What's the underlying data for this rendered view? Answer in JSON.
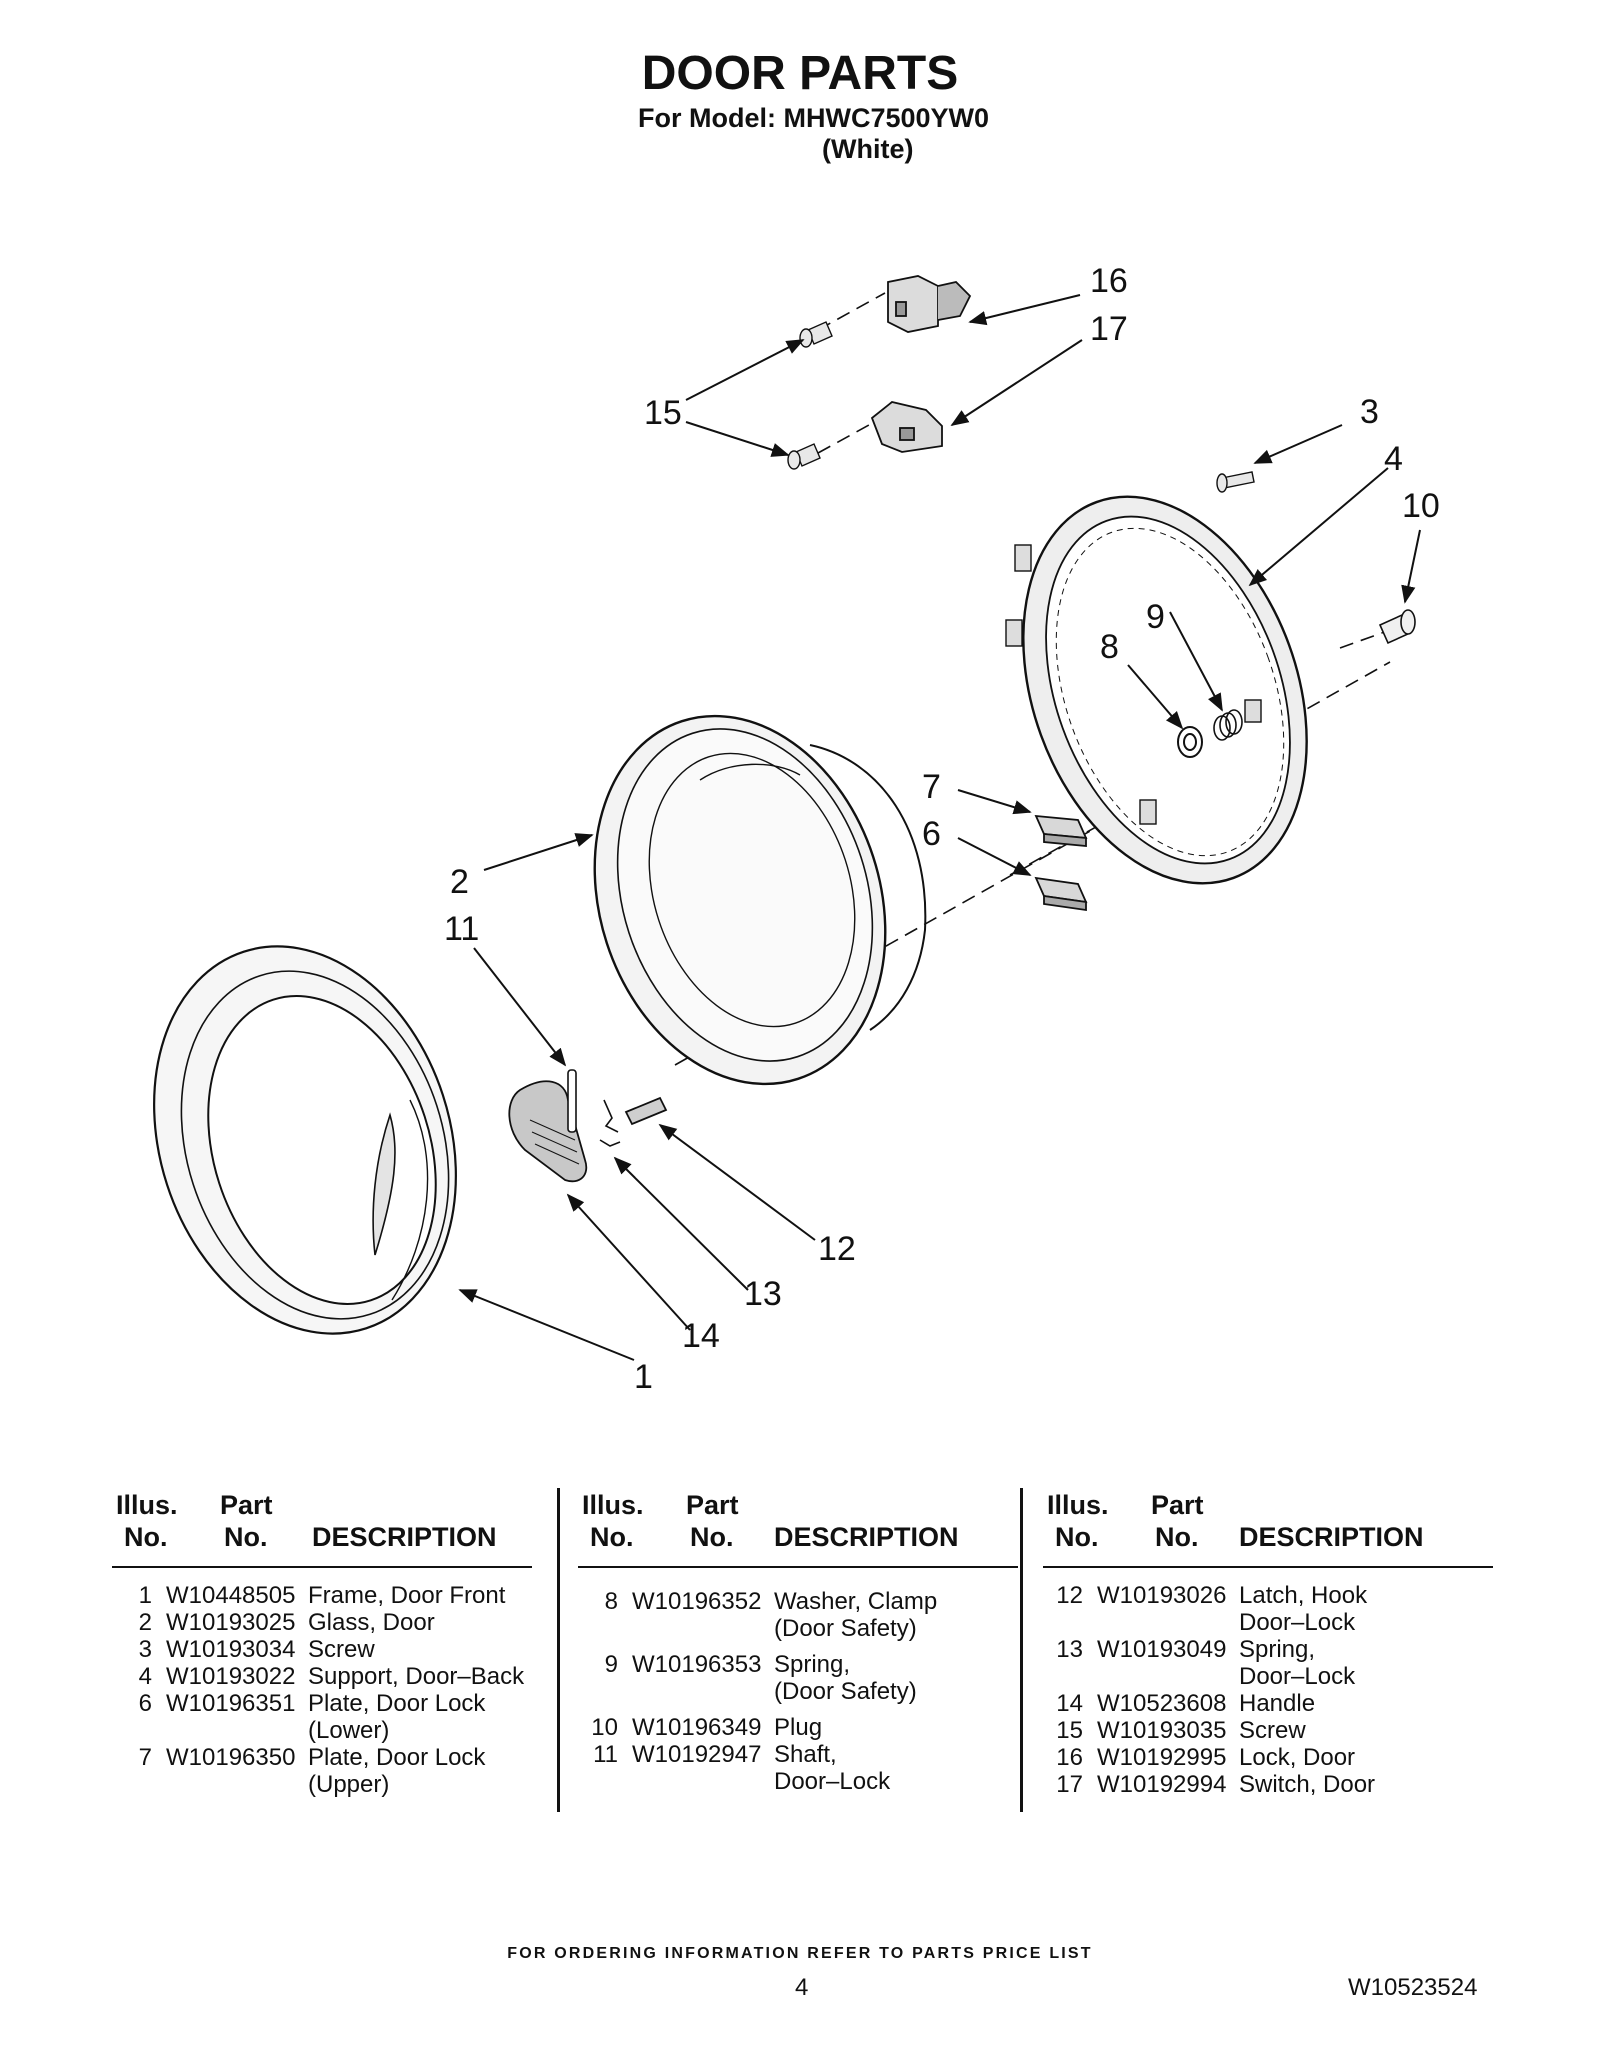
{
  "header": {
    "title": "DOOR PARTS",
    "model": "For Model: MHWC7500YW0",
    "color": "(White)"
  },
  "diagram": {
    "callouts": [
      "16",
      "17",
      "15",
      "3",
      "4",
      "10",
      "9",
      "8",
      "7",
      "6",
      "2",
      "11",
      "12",
      "13",
      "14",
      "1"
    ]
  },
  "table": {
    "headers": {
      "illus": [
        "Illus.",
        "No."
      ],
      "part": [
        "Part",
        "No."
      ],
      "description": "DESCRIPTION"
    },
    "columns": [
      [
        {
          "no": "1",
          "part": "W10448505",
          "desc": "Frame, Door Front"
        },
        {
          "no": "2",
          "part": "W10193025",
          "desc": "Glass, Door"
        },
        {
          "no": "3",
          "part": "W10193034",
          "desc": "Screw"
        },
        {
          "no": "4",
          "part": "W10193022",
          "desc": "Support, Door–Back"
        },
        {
          "no": "6",
          "part": "W10196351",
          "desc": "Plate, Door Lock\n(Lower)"
        },
        {
          "no": "7",
          "part": "W10196350",
          "desc": "Plate, Door Lock\n(Upper)"
        }
      ],
      [
        {
          "no": "8",
          "part": "W10196352",
          "desc": "Washer, Clamp\n(Door Safety)"
        },
        {
          "no": "9",
          "part": "W10196353",
          "desc": "Spring,\n(Door Safety)"
        },
        {
          "no": "10",
          "part": "W10196349",
          "desc": "Plug"
        },
        {
          "no": "11",
          "part": "W10192947",
          "desc": "Shaft,\nDoor–Lock"
        }
      ],
      [
        {
          "no": "12",
          "part": "W10193026",
          "desc": "Latch, Hook\nDoor–Lock"
        },
        {
          "no": "13",
          "part": "W10193049",
          "desc": "Spring,\nDoor–Lock"
        },
        {
          "no": "14",
          "part": "W10523608",
          "desc": "Handle"
        },
        {
          "no": "15",
          "part": "W10193035",
          "desc": "Screw"
        },
        {
          "no": "16",
          "part": "W10192995",
          "desc": "Lock, Door"
        },
        {
          "no": "17",
          "part": "W10192994",
          "desc": "Switch, Door"
        }
      ]
    ]
  },
  "footer": {
    "ordering": "FOR ORDERING INFORMATION REFER TO PARTS PRICE LIST",
    "page": "4",
    "doc_number": "W10523524"
  }
}
